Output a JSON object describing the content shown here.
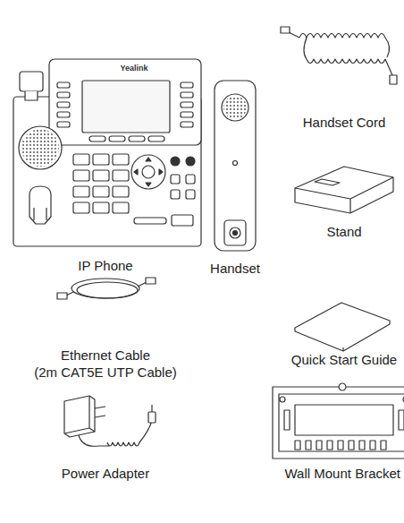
{
  "diagram": {
    "labels": [
      "Yealink",
      "IP Phone",
      "Handset",
      "Handset Cord",
      "Stand",
      "Ethernet Cable",
      "(2m CAT5E UTP Cable)",
      "Quick Start Guide",
      "Power Adapter",
      "Wall Mount Bracket"
    ]
  }
}
